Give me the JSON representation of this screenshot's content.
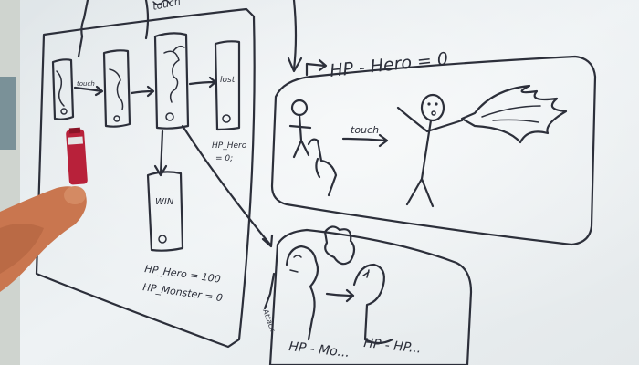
{
  "photo": {
    "colors": {
      "whiteboard": "#e9eef1",
      "wall": "#d7dcd8",
      "ink": "#2c2f3a",
      "marker_body": "#b8213a",
      "skin": "#c9764f"
    }
  },
  "board": {
    "top_word": "touch",
    "hp_hero_zero": "HP - Hero = 0",
    "touch_label": "touch",
    "swipe_label": "touch",
    "screen_lost": "lost",
    "screen_win": "WIN",
    "hp_lost_line1": "HP_Hero",
    "hp_lost_line2": "= 0;",
    "hp_win_line1": "HP_Hero = 100",
    "hp_win_line2": "HP_Monster = 0",
    "attack_label": "Attack",
    "bottom_line1": "HP - Mo...",
    "bottom_line2": "HP - HP..."
  }
}
